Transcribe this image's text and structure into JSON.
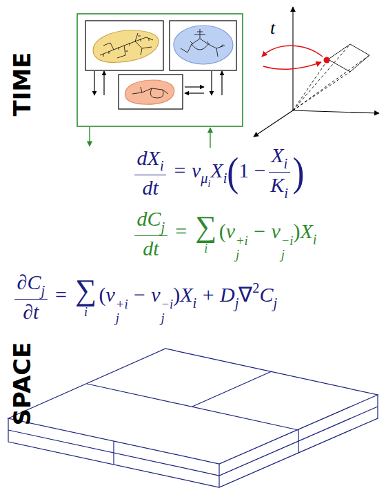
{
  "diagram": {
    "labels": [
      "t",
      "TIME",
      "dX",
      "i",
      "dt",
      "=",
      "v",
      "μ",
      "i",
      "X",
      "i",
      "(",
      "1 −",
      "X",
      "i",
      "K",
      "i",
      ")",
      "dC",
      "j",
      "dt",
      "=",
      "∑",
      "i",
      "(",
      "v",
      "+i",
      "j",
      "−",
      "v",
      "−i",
      "j",
      ")",
      "X",
      "i",
      "∂C",
      "j",
      "∂t",
      "=",
      "∑",
      "i",
      "(",
      "v",
      "+i",
      "j",
      "−",
      "v",
      "−i",
      "j",
      ")",
      "X",
      "i",
      "+",
      "D",
      "j",
      "∇",
      "2",
      "C",
      "j",
      "SPACE"
    ]
  }
}
